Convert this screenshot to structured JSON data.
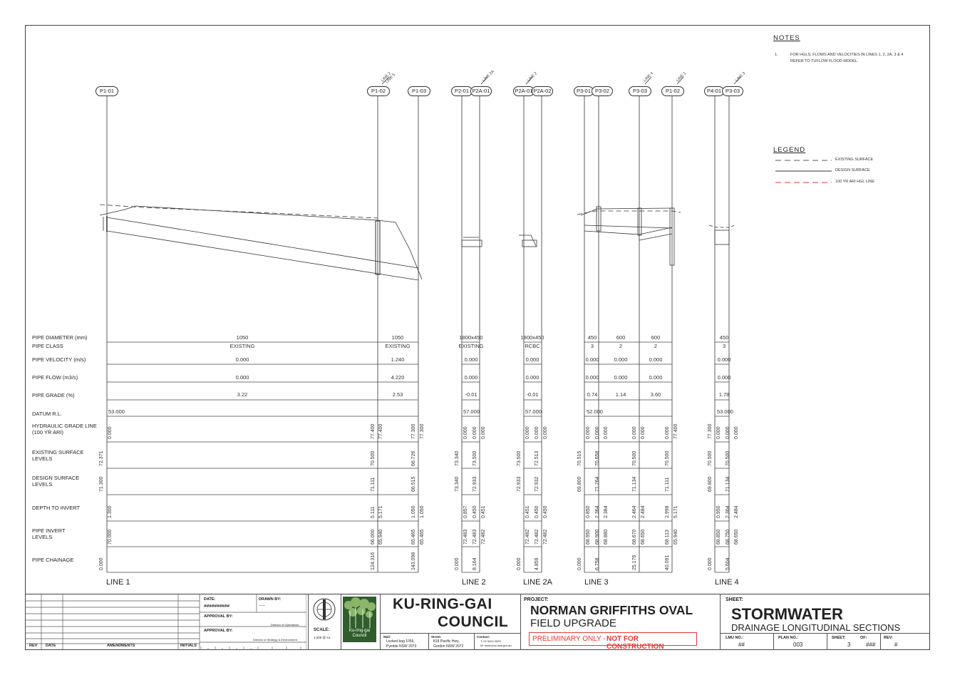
{
  "notes": {
    "heading": "NOTES",
    "item_no": "1.",
    "item_text_1": "FOR HGLS, FLOWS AND VELOCITIES IN LINES 1, 2, 2A, 3 & 4",
    "item_text_2": "REFER TO TUFLOW FLOOD MODEL."
  },
  "legend": {
    "heading": "LEGEND",
    "items": [
      {
        "label": "EXISTING SURFACE",
        "color": "#555555",
        "style": "dashed"
      },
      {
        "label": "DESIGN SURFACE",
        "color": "#333333",
        "style": "solid"
      },
      {
        "label": "100 YR ARI HGL LINE",
        "color": "#e53935",
        "style": "dashed"
      }
    ]
  },
  "pits": {
    "p1_01": "P1-01",
    "p1_02": "P1-02",
    "p1_03": "P1-03",
    "p2_01": "P2-01",
    "p2a_01": "P2A-01",
    "p2a_01b": "P2A-01",
    "p2a_02": "P2A-02",
    "p3_01": "P3-01",
    "p3_02": "P3-02",
    "p3_03": "P3-03",
    "p1_02b": "P1-02",
    "p4_01": "P4-01",
    "p4_03": "P3-03"
  },
  "branch_tags": {
    "t1": "LINE 2",
    "t1b": "LINE 5",
    "t2": "LINE 2A",
    "t3": "LINE 2",
    "t4": "LINE 4",
    "t5": "LINE 1",
    "t6": "LINE 3"
  },
  "rows": {
    "pipe_diameter": "PIPE DIAMETER (mm)",
    "pipe_class": "PIPE CLASS",
    "pipe_velocity": "PIPE VELOCITY (m/s)",
    "pipe_flow": "PIPE FLOW (m3/s)",
    "pipe_grade": "PIPE GRADE (%)",
    "datum": "DATUM R.L.",
    "hgl_1": "HYDRAULIC GRADE LINE",
    "hgl_2": "(100 YR ARI)",
    "esl_1": "EXISTING SURFACE",
    "esl_2": "LEVELS",
    "dsl_1": "DESIGN SURFACE",
    "dsl_2": "LEVELS",
    "depth": "DEPTH TO INVERT",
    "invert_1": "PIPE INVERT",
    "invert_2": "LEVELS",
    "chainage": "PIPE CHAINAGE"
  },
  "line1": {
    "label": "LINE 1",
    "seg1": {
      "dia": "1050",
      "cls": "EXISTING",
      "vel": "0.000",
      "flow": "0.000",
      "grade": "3.22"
    },
    "seg2": {
      "dia": "1050",
      "cls": "EXISTING",
      "vel": "1.240",
      "flow": "4.220",
      "grade": "2.53"
    },
    "datum": "53.000",
    "hgl": [
      "0.000",
      "77.400",
      "77.400",
      "77.300",
      "77.300"
    ],
    "esl": [
      "72.371",
      "70.500",
      "66.726"
    ],
    "dsl": [
      "71.300",
      "71.111",
      "66.515"
    ],
    "depth": [
      "1.300",
      "5.111",
      "5.171",
      "1.050",
      "1.050"
    ],
    "invert": [
      "70.000",
      "66.000",
      "65.940",
      "65.465",
      "65.465"
    ],
    "chainage": [
      "0.000",
      "124.316",
      "143.098"
    ]
  },
  "line2": {
    "label": "LINE 2",
    "seg": {
      "dia": "1800x450",
      "cls": "EXISTING",
      "vel": "0.000",
      "flow": "0.000",
      "grade": "-0.01"
    },
    "datum": "57.000",
    "hgl": [
      "0.000",
      "0.000",
      "0.000"
    ],
    "esl": [
      "73.340",
      "73.500"
    ],
    "dsl": [
      "73.340",
      "72.933"
    ],
    "depth": [
      "0.857",
      "0.450",
      "0.451"
    ],
    "invert": [
      "72.483",
      "72.483",
      "72.482"
    ],
    "chainage": [
      "0.000",
      "8.164"
    ]
  },
  "line2a": {
    "label": "LINE 2A",
    "seg": {
      "dia": "1800x450",
      "cls": "RCBC",
      "vel": "0.000",
      "flow": "0.000",
      "grade": "-0.01"
    },
    "datum": "57.000",
    "hgl": [
      "0.000",
      "0.000",
      "0.000"
    ],
    "esl": [
      "73.500",
      "72.513"
    ],
    "dsl": [
      "72.933",
      "72.932"
    ],
    "depth": [
      "0.451",
      "0.450",
      "0.450"
    ],
    "invert": [
      "72.482",
      "72.482",
      "72.482"
    ],
    "chainage": [
      "0.000",
      "4.859"
    ]
  },
  "line3": {
    "label": "LINE 3",
    "seg1": {
      "dia": "450",
      "cls": "3",
      "vel": "0.000",
      "flow": "0.000",
      "grade": "0.74"
    },
    "seg2": {
      "dia": "600",
      "cls": "2",
      "vel": "0.000",
      "flow": "0.000",
      "grade": "1.14"
    },
    "seg3": {
      "dia": "600",
      "cls": "2",
      "vel": "0.000",
      "flow": "0.000",
      "grade": "3.60"
    },
    "datum": "52.000",
    "hgl": [
      "0.000",
      "0.000",
      "0.000",
      "0.000",
      "0.000",
      "0.000",
      "77.400"
    ],
    "esl": [
      "70.515",
      "70.658",
      "70.500",
      "70.500"
    ],
    "dsl": [
      "69.800",
      "71.264",
      "71.134",
      "71.111"
    ],
    "depth": [
      "0.850",
      "2.364",
      "2.384",
      "2.464",
      "2.484",
      "2.998",
      "5.171"
    ],
    "invert": [
      "68.950",
      "68.900",
      "68.880",
      "68.670",
      "68.650",
      "68.113",
      "65.940"
    ],
    "chainage": [
      "0.000",
      "6.758",
      "25.176",
      "40.091"
    ]
  },
  "line4": {
    "label": "LINE 4",
    "seg": {
      "dia": "450",
      "cls": "3",
      "vel": "0.000",
      "flow": "0.000",
      "grade": "1.78"
    },
    "datum": "53.000",
    "hgl": [
      "77.300",
      "0.000",
      "0.000",
      "0.000"
    ],
    "esl": [
      "70.500",
      "70.500"
    ],
    "dsl": [
      "69.800",
      "71.134"
    ],
    "depth": [
      "0.950",
      "2.364",
      "2.484"
    ],
    "invert": [
      "68.850",
      "68.750",
      "68.650"
    ],
    "chainage": [
      "0.000",
      "5.604"
    ]
  },
  "titleblock": {
    "rev": "REV",
    "date": "DATE",
    "amendments": "AMENDMENTS",
    "initials": "INITIALS",
    "date_label": "DATE:",
    "date_value": "##########",
    "drawn_label": "DRAWN BY:",
    "drawn_value": "-----",
    "approval1_label": "APPROVAL BY:",
    "approval1_role": "Director of Operations",
    "approval2_label": "APPROVAL BY:",
    "approval2_role": "Director of Strategy & Environment",
    "scale_label": "SCALE:",
    "scale_value": "1:200 @ A1",
    "logo_text_1": "Ku-ring-gai",
    "logo_text_2": "Council",
    "council_1": "KU-RING-GAI",
    "council_2": "COUNCIL",
    "mail_label": "Mail:",
    "mail_1": "Locked bag 1056,",
    "mail_2": "Pymble NSW 2073",
    "street_label": "Street:",
    "street_1": "818 Pacific Hwy,",
    "street_2": "Gordon NSW 2072",
    "contact_label": "Contact:",
    "contact_1": "T: 02 9424 0000",
    "contact_2": "W: www.kmc.nsw.gov.au",
    "project_label": "PROJECT:",
    "project_1": "NORMAN GRIFFITHS OVAL",
    "project_2": "FIELD UPGRADE",
    "prelim_a": "PRELIMINARY ONLY -",
    "prelim_b": "NOT FOR CONSTRUCTION",
    "sheet_label": "SHEET:",
    "sheet_title": "STORMWATER",
    "sheet_subtitle": "DRAINAGE LONGITUDINAL SECTIONS",
    "lmu_label": "LMU NO.:",
    "lmu_value": "##",
    "plan_label": "PLAN NO.:",
    "plan_value": "003",
    "sheetno_label": "SHEET:",
    "sheetno_value": "3",
    "of_label": "OF:",
    "of_value": "###",
    "revno_label": "REV:",
    "revno_value": "#"
  }
}
